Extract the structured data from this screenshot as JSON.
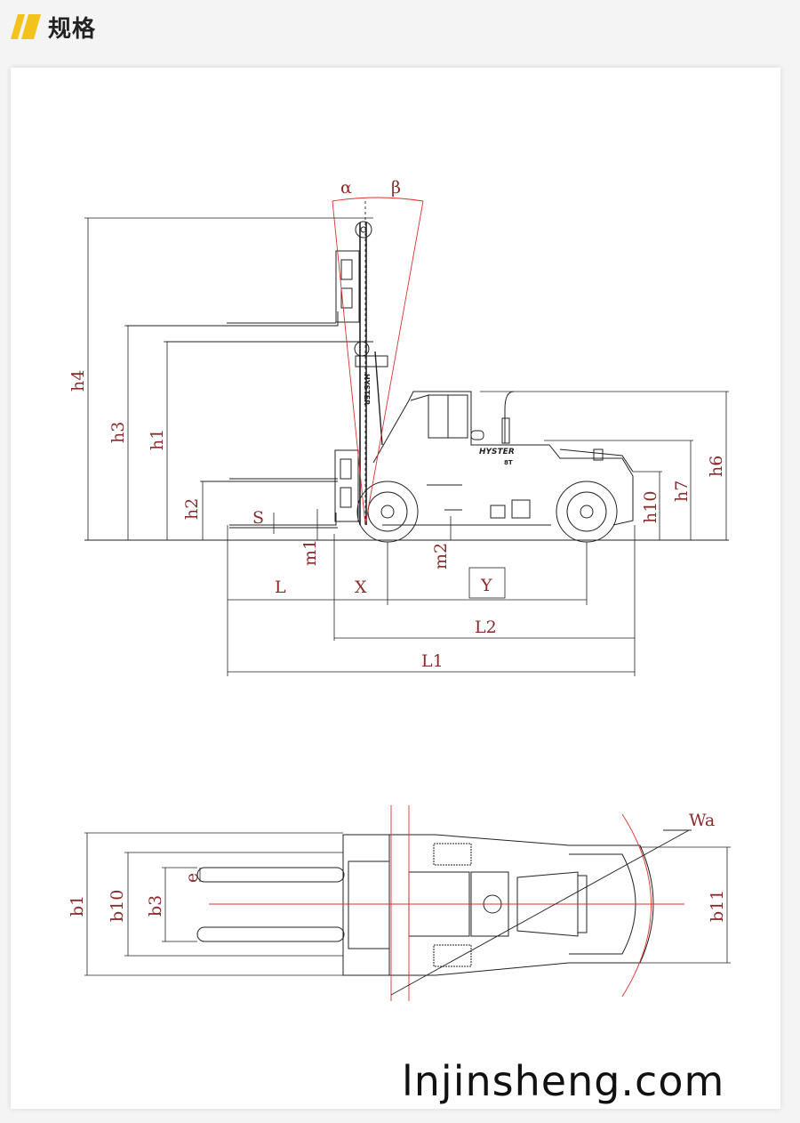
{
  "header": {
    "title": "规格",
    "accent_color": "#f2c31b"
  },
  "side_view": {
    "labels": {
      "alpha": "α",
      "beta": "β",
      "h1": "h1",
      "h2": "h2",
      "h3": "h3",
      "h4": "h4",
      "h6": "h6",
      "h7": "h7",
      "h10": "h10",
      "S": "S",
      "m1": "m1",
      "m2": "m2",
      "L": "L",
      "X": "X",
      "Y": "Y",
      "L1": "L1",
      "L2": "L2"
    },
    "decals": {
      "brand": "HYSTER",
      "model": "8T"
    }
  },
  "top_view": {
    "labels": {
      "b1": "b1",
      "b3": "b3",
      "b10": "b10",
      "b11": "b11",
      "e": "e",
      "Wa": "Wa"
    }
  },
  "watermark": "lnjinsheng.com",
  "colors": {
    "dimension": "#8a2b2b",
    "construction": "#e03030",
    "line": "#222222"
  }
}
